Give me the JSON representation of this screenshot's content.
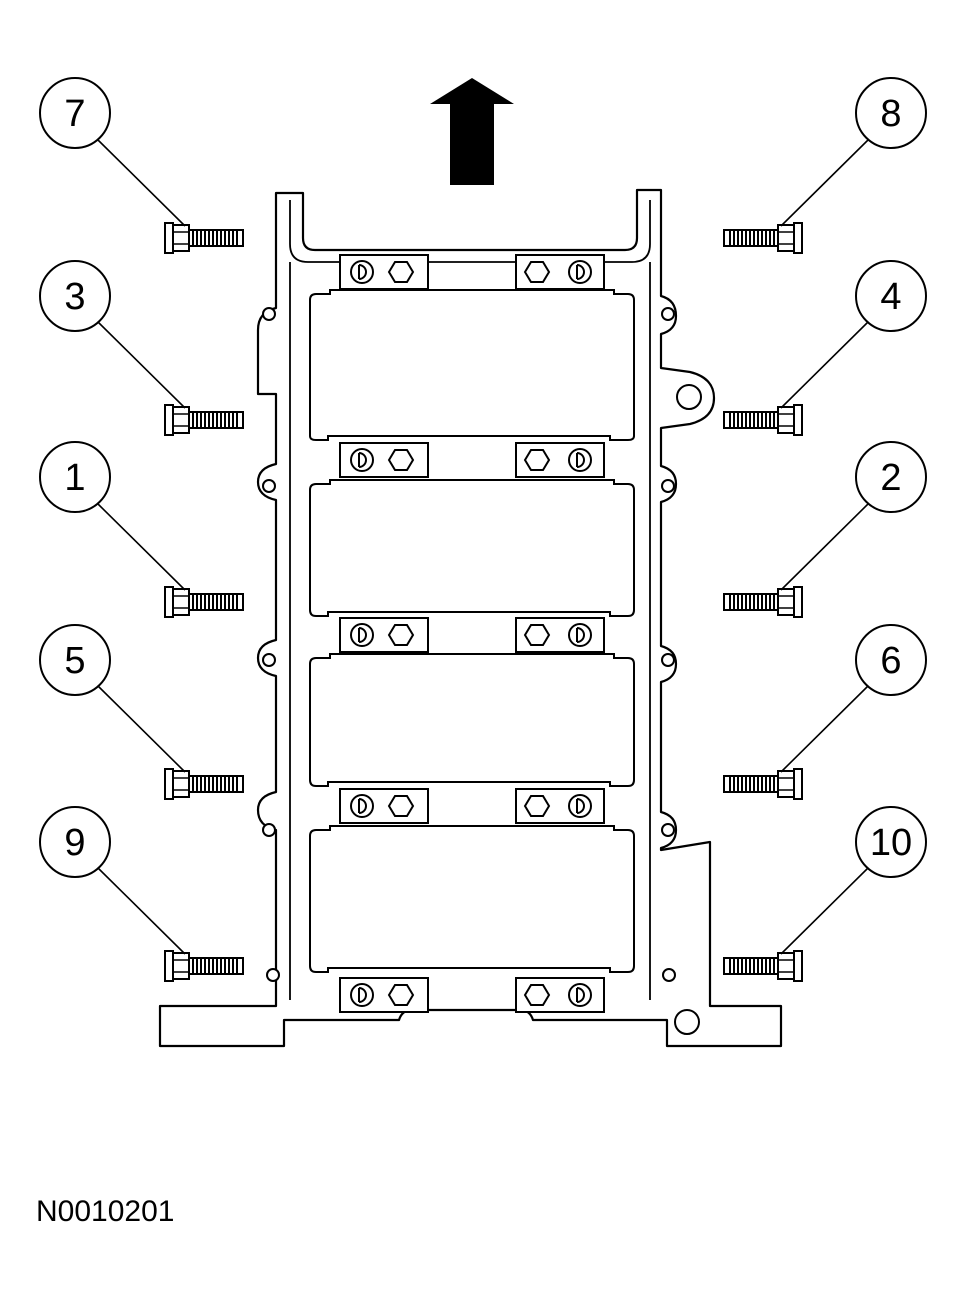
{
  "figure": {
    "id_label": "N0010201"
  },
  "callouts": {
    "c7": "7",
    "c8": "8",
    "c3": "3",
    "c4": "4",
    "c1": "1",
    "c2": "2",
    "c5": "5",
    "c6": "6",
    "c9": "9",
    "c10": "10"
  },
  "direction_arrow": {
    "icon": "up-arrow-icon"
  }
}
